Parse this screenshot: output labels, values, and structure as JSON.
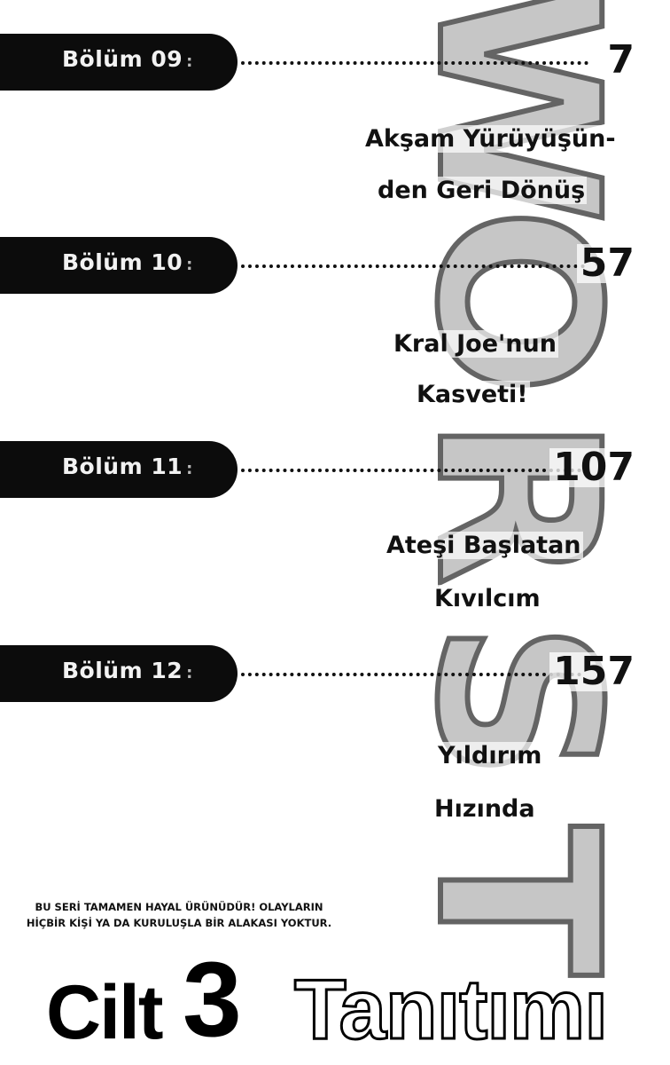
{
  "background_logo": {
    "letters": [
      "W",
      "O",
      "R",
      "S",
      "T"
    ],
    "colors": {
      "fill": "#bdbdbd",
      "outline": "#4a4a4a"
    }
  },
  "chapters": [
    {
      "label": "Bölüm 09",
      "page": "7",
      "title_lines": [
        "Akşam Yürüyüşün-",
        "den Geri Dönüş"
      ]
    },
    {
      "label": "Bölüm 10",
      "page": "57",
      "title_lines": [
        "Kral Joe'nun",
        "Kasveti!"
      ]
    },
    {
      "label": "Bölüm 11",
      "page": "107",
      "title_lines": [
        "Ateşi Başlatan",
        "Kıvılcım"
      ]
    },
    {
      "label": "Bölüm 12",
      "page": "157",
      "title_lines": [
        "Yıldırım",
        "Hızında"
      ]
    }
  ],
  "disclaimer": {
    "line1": "BU SERİ TAMAMEN HAYAL ÜRÜNÜDÜR! OLAYLARIN",
    "line2": "HİÇBİR KİŞİ YA DA KURULUŞLA BİR ALAKASI YOKTUR."
  },
  "volume": {
    "word": "Cilt",
    "number": "3",
    "heading": "Tanıtımı"
  }
}
